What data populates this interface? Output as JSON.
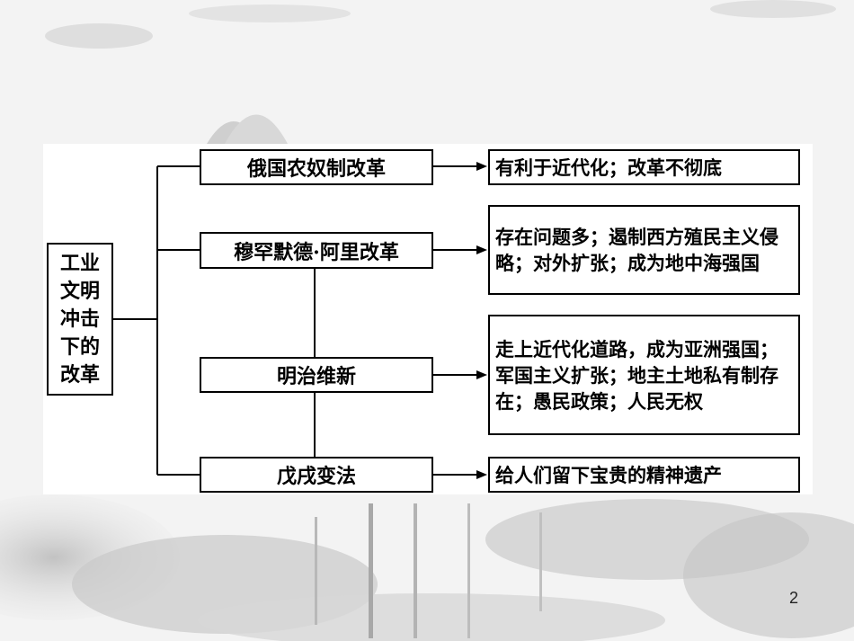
{
  "root": {
    "lines": [
      "工业",
      "文明",
      "冲击",
      "下的",
      "改革"
    ]
  },
  "reforms": [
    {
      "name": "俄国农奴制改革",
      "result": "有利于近代化；改革不彻底"
    },
    {
      "name": "穆罕默德·阿里改革",
      "result": "存在问题多；遏制西方殖民主义侵略；对外扩张；成为地中海强国"
    },
    {
      "name": "明治维新",
      "result": "走上近代化道路，成为亚洲强国；军国主义扩张；地主土地私有制存在；愚民政策；人民无权"
    },
    {
      "name": "戊戌变法",
      "result": "给人们留下宝贵的精神遗产"
    }
  ],
  "page_number": "2",
  "colors": {
    "background": "#f3f3f3",
    "panel": "#ffffff",
    "line": "#000000"
  }
}
